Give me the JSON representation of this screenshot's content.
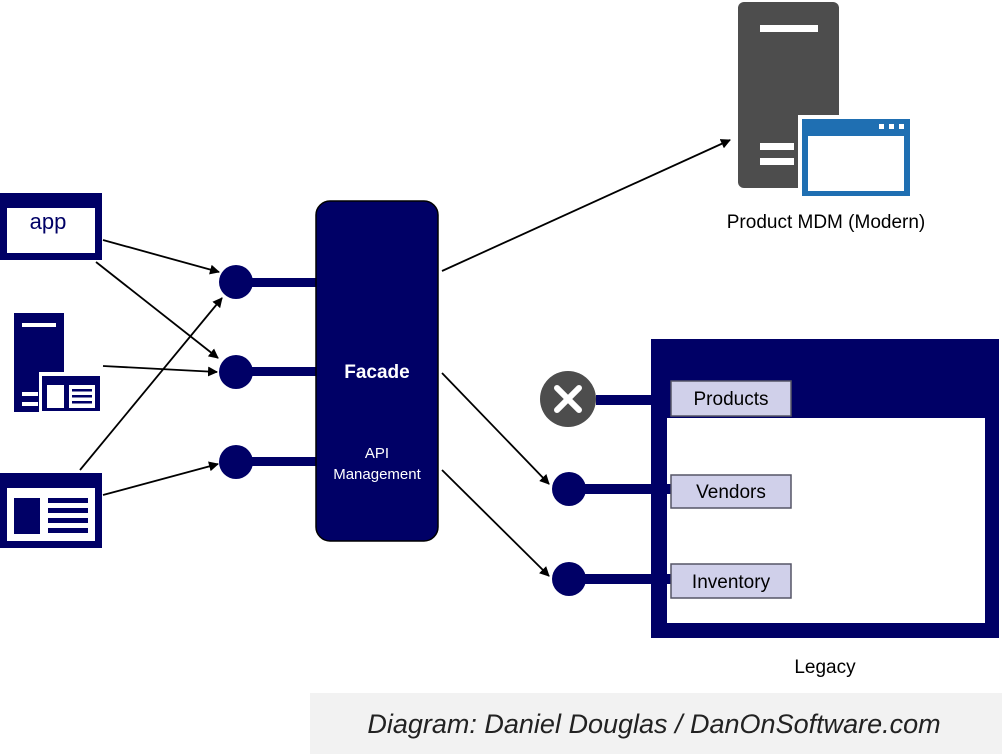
{
  "clients": {
    "app_label": "app"
  },
  "facade": {
    "title": "Facade",
    "subtitle_line1": "API",
    "subtitle_line2": "Management"
  },
  "modern": {
    "label": "Product MDM (Modern)"
  },
  "legacy": {
    "label": "Legacy",
    "services": [
      "Products",
      "Vendors",
      "Inventory"
    ]
  },
  "credit": "Diagram: Daniel Douglas / DanOnSoftware.com",
  "colors": {
    "navy": "#000066",
    "server_gray": "#4d4d4d",
    "window_blue": "#1f6fb2",
    "service_box": "#d0d0ea",
    "blocked_gray": "#4d4d4d",
    "credit_bg": "#f2f2f2"
  },
  "icons": {
    "blocked": "x-circle-icon",
    "server": "server-icon",
    "window": "browser-window-icon"
  }
}
